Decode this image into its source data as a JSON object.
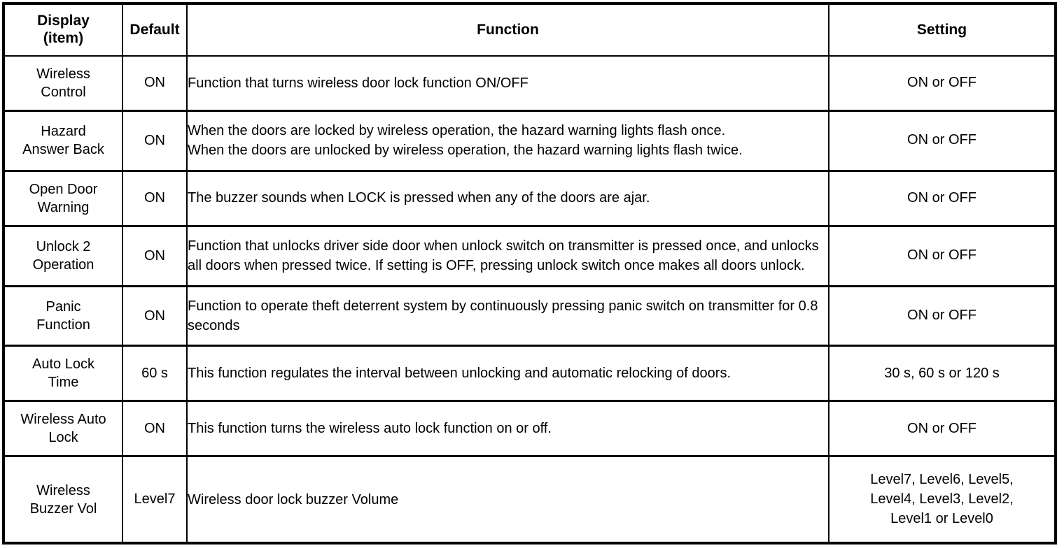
{
  "table": {
    "columns": [
      {
        "key": "display",
        "header_lines": [
          "Display",
          "(item)"
        ],
        "align": "center"
      },
      {
        "key": "default",
        "header_lines": [
          "Default"
        ],
        "align": "center"
      },
      {
        "key": "function",
        "header_lines": [
          "Function"
        ],
        "align": "center"
      },
      {
        "key": "setting",
        "header_lines": [
          "Setting"
        ],
        "align": "center"
      }
    ],
    "headers": {
      "display_line1": "Display",
      "display_line2": "(item)",
      "default": "Default",
      "function": "Function",
      "setting": "Setting"
    },
    "rows": [
      {
        "display": "Wireless\nControl",
        "default": "ON",
        "function": "Function that turns wireless door lock function ON/OFF",
        "setting": "ON or OFF"
      },
      {
        "display": "Hazard\nAnswer Back",
        "default": "ON",
        "function": "When the doors are locked by wireless operation, the hazard warning lights flash once.\nWhen the doors are unlocked by wireless operation, the hazard warning lights flash twice.",
        "setting": "ON or OFF"
      },
      {
        "display": "Open Door\nWarning",
        "default": "ON",
        "function": "The buzzer sounds when LOCK is pressed when any of the doors are ajar.",
        "setting": "ON or OFF"
      },
      {
        "display": "Unlock 2\nOperation",
        "default": "ON",
        "function": "Function that unlocks driver side door when unlock switch on transmitter is pressed once, and unlocks all doors when pressed twice. If setting is OFF, pressing unlock switch once makes all doors unlock.",
        "setting": "ON or OFF"
      },
      {
        "display": "Panic\nFunction",
        "default": "ON",
        "function": "Function to operate theft deterrent system by continuously pressing panic switch on transmitter for 0.8 seconds",
        "setting": "ON or OFF"
      },
      {
        "display": "Auto Lock\nTime",
        "default": "60 s",
        "function": "This function regulates the interval between unlocking and automatic relocking of doors.",
        "setting": "30 s, 60 s or 120 s"
      },
      {
        "display": "Wireless Auto\nLock",
        "default": "ON",
        "function": "This function turns the wireless auto lock function on or off.",
        "setting": "ON or OFF"
      },
      {
        "display": "Wireless\nBuzzer Vol",
        "default": "Level7",
        "function": "Wireless door lock buzzer Volume",
        "setting": "Level7, Level6, Level5,\nLevel4, Level3, Level2,\nLevel1 or Level0"
      }
    ]
  },
  "colors": {
    "border": "#000000",
    "text": "#000000",
    "background": "#ffffff"
  }
}
